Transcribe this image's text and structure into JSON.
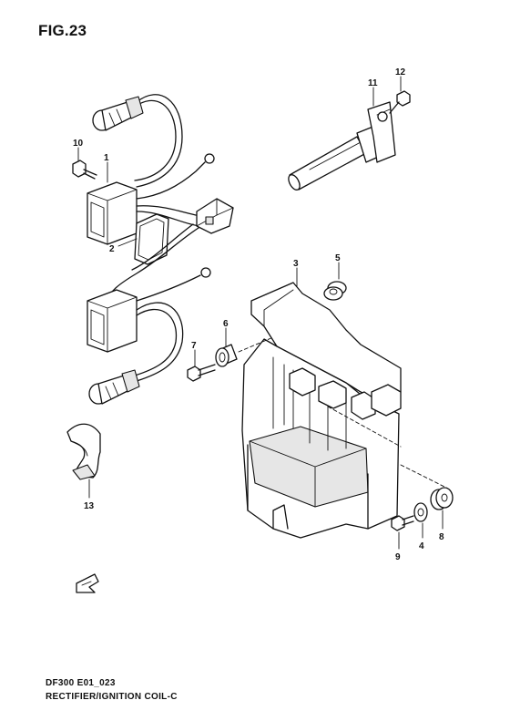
{
  "figure": {
    "title": "FIG.23",
    "code": "DF300 E01_023",
    "description": "RECTIFIER/IGNITION COIL-C"
  },
  "callouts": [
    "1",
    "2",
    "3",
    "4",
    "5",
    "6",
    "7",
    "8",
    "9",
    "10",
    "11",
    "12",
    "13"
  ]
}
